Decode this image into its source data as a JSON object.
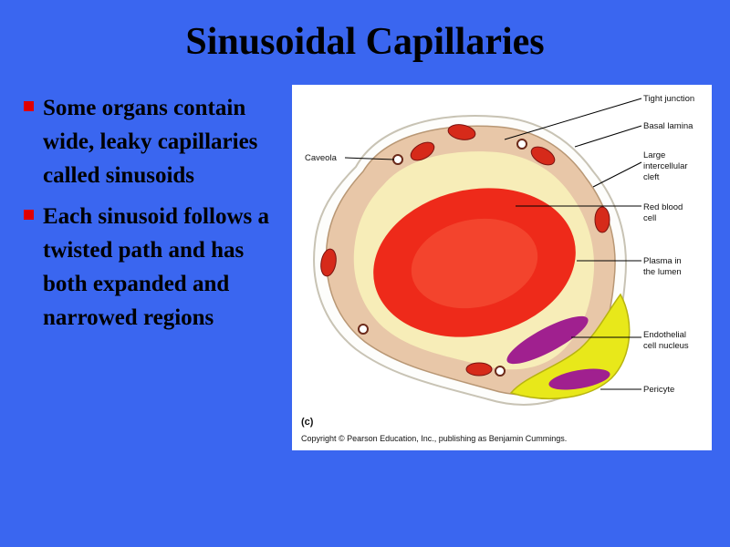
{
  "slide": {
    "title": "Sinusoidal Capillaries",
    "bullets": [
      "Some organs contain wide, leaky capillaries called sinusoids",
      "Each sinusoid follows a twisted path and has both expanded and narrowed regions"
    ]
  },
  "figure": {
    "panel_tag": "(c)",
    "copyright": "Copyright © Pearson Education, Inc., publishing as Benjamin Cummings.",
    "labels": {
      "caveola": "Caveola",
      "tight_junction": "Tight junction",
      "basal_lamina": "Basal lamina",
      "intercellular_cleft_1": "Large",
      "intercellular_cleft_2": "intercellular",
      "intercellular_cleft_3": "cleft",
      "rbc_1": "Red blood",
      "rbc_2": "cell",
      "plasma_1": "Plasma in",
      "plasma_2": "the lumen",
      "nucleus_1": "Endothelial",
      "nucleus_2": "cell nucleus",
      "pericyte": "Pericyte"
    }
  },
  "colors": {
    "background": "#3a66f0",
    "bullet": "#e00000",
    "endothelium": "#e8c7a8",
    "plasma": "#f7edb8",
    "red_blood_cell": "#ee2a1a",
    "nucleus": "#a0208f",
    "pericyte": "#e8e81a"
  }
}
